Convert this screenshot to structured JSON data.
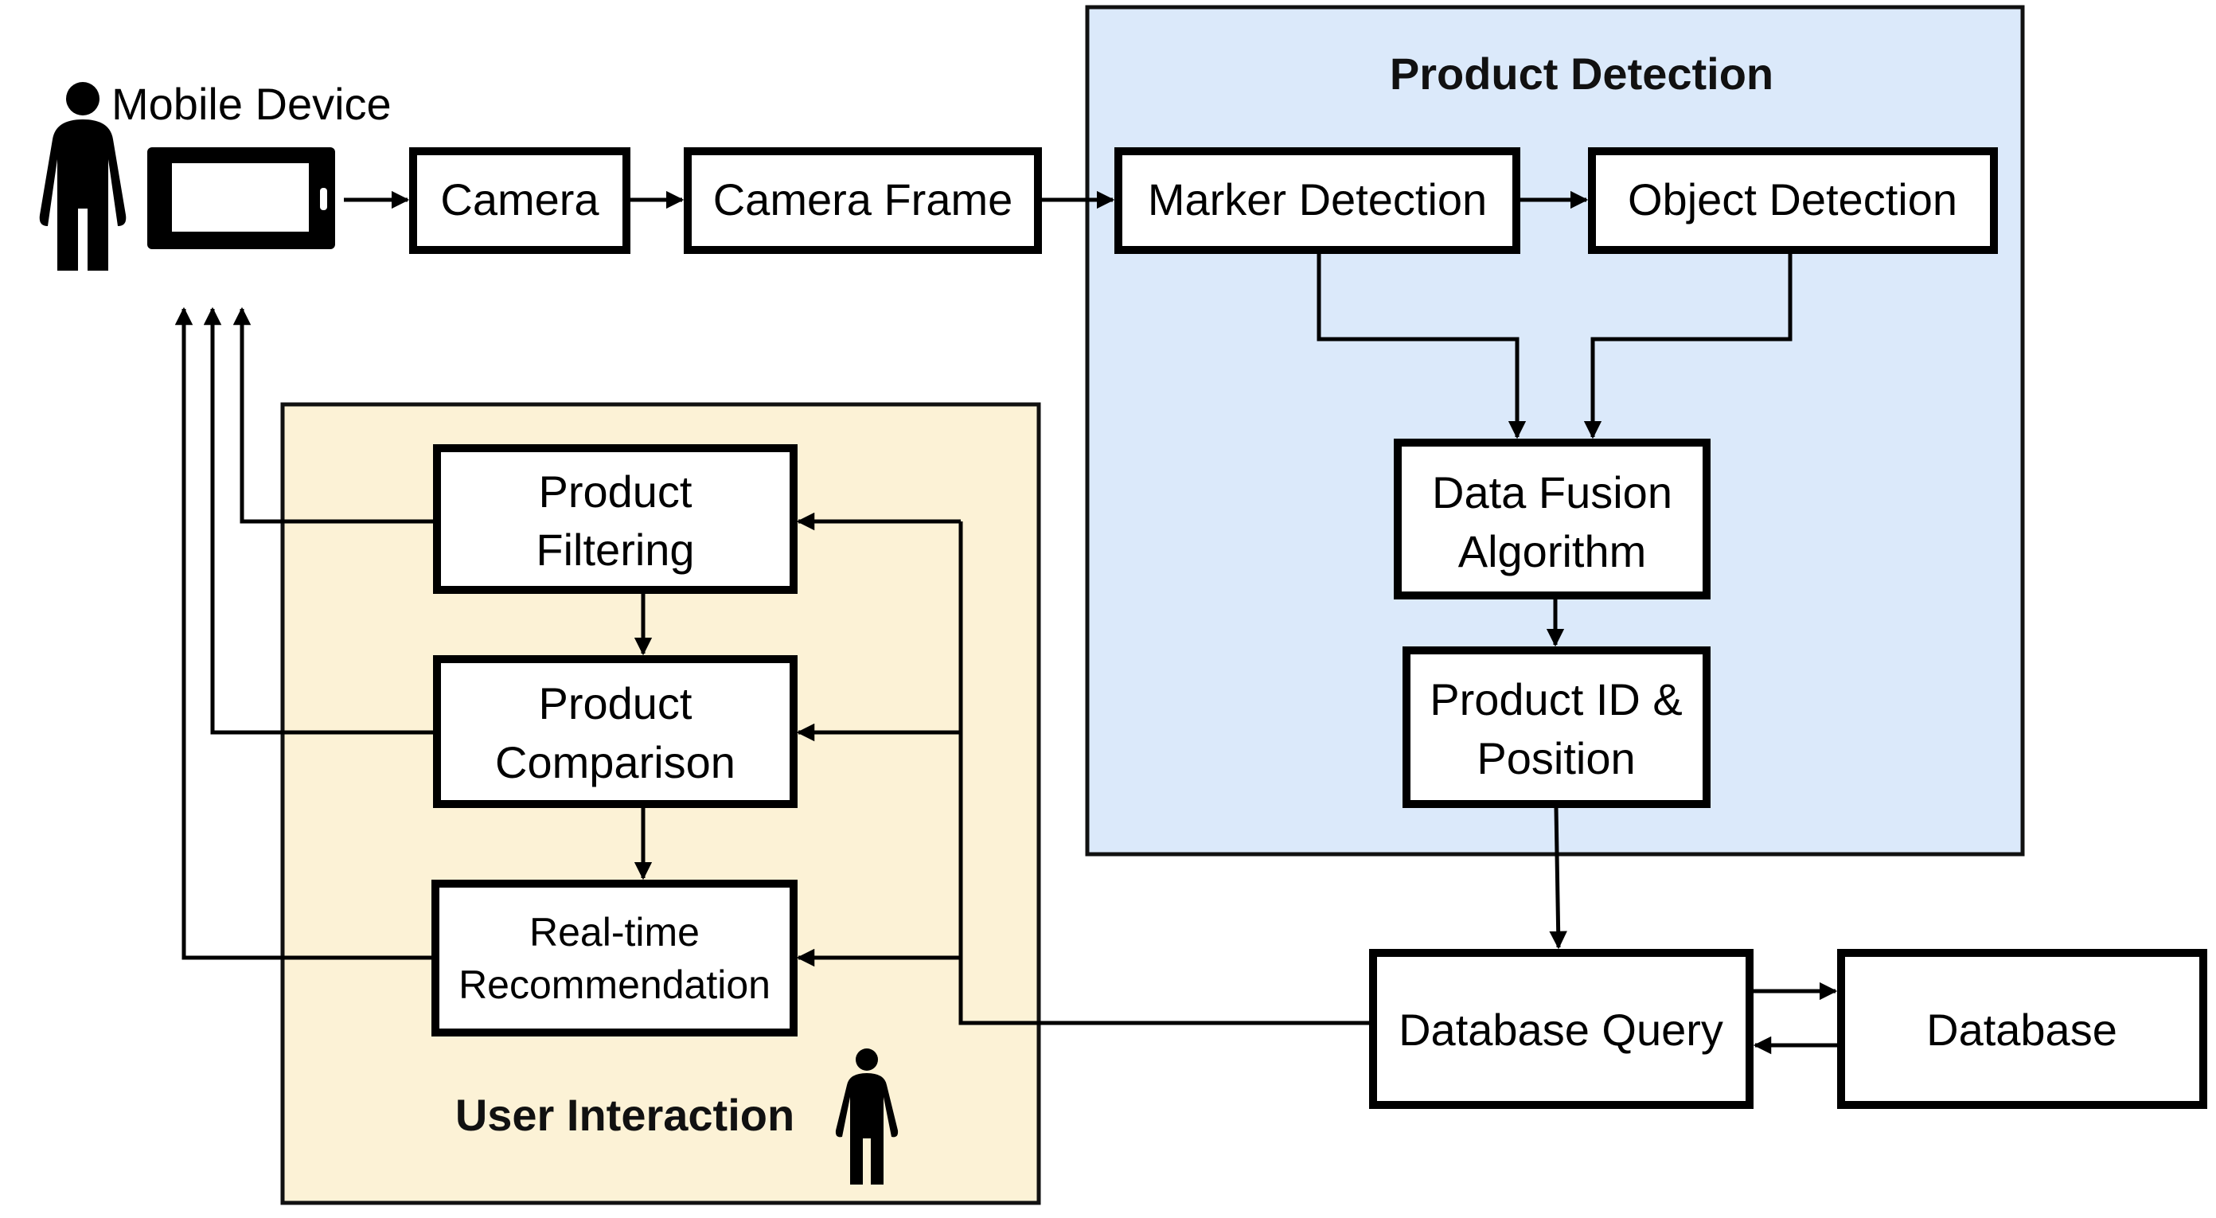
{
  "colors": {
    "detection_panel": "#dbe9fa",
    "interaction_panel": "#fcf2d6",
    "box_fill": "#ffffff",
    "stroke": "#000000"
  },
  "mobile_device": {
    "label": "Mobile Device",
    "icons": [
      "person-icon",
      "tablet-icon"
    ]
  },
  "pipeline": {
    "camera": "Camera",
    "camera_frame": "Camera Frame"
  },
  "product_detection": {
    "title": "Product Detection",
    "marker_detection": "Marker Detection",
    "object_detection": "Object Detection",
    "data_fusion": [
      "Data Fusion",
      "Algorithm"
    ],
    "product_id": [
      "Product ID &",
      "Position"
    ]
  },
  "user_interaction": {
    "title": "User Interaction",
    "product_filtering": [
      "Product",
      "Filtering"
    ],
    "product_comparison": [
      "Product",
      "Comparison"
    ],
    "realtime_recommendation": [
      "Real-time",
      "Recommendation"
    ],
    "icon": "person-icon"
  },
  "database": {
    "query": "Database Query",
    "store": "Database"
  }
}
